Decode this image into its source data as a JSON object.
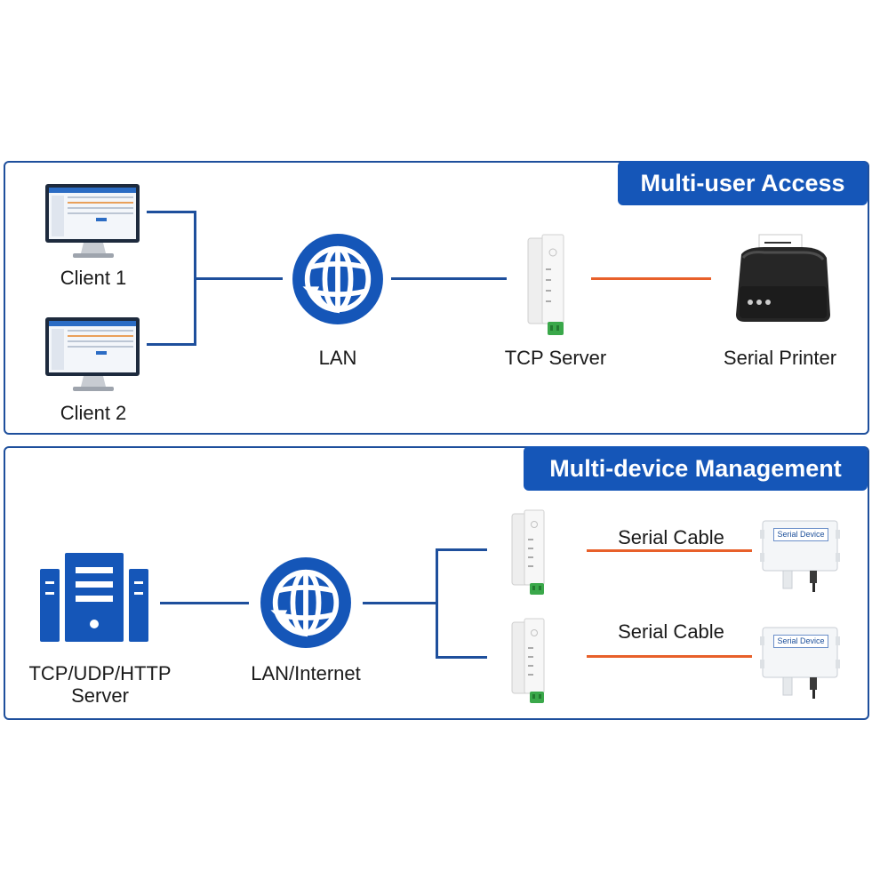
{
  "panel_top": {
    "title": "Multi-user Access",
    "labels": {
      "client1": "Client 1",
      "client2": "Client 2",
      "lan": "LAN",
      "tcp_server": "TCP Server",
      "serial_printer": "Serial Printer"
    }
  },
  "panel_bottom": {
    "title": "Multi-device Management",
    "labels": {
      "server_line1": "TCP/UDP/HTTP",
      "server_line2": "Server",
      "lan_internet": "LAN/Internet",
      "serial_cable_1": "Serial Cable",
      "serial_cable_2": "Serial Cable",
      "device_tag_1": "Serial Device",
      "device_tag_2": "Serial Device"
    }
  },
  "colors": {
    "primary_blue": "#1556b8",
    "line_blue": "#1e4f9c",
    "serial_orange": "#e8602a",
    "connector_green": "#3aa84a"
  }
}
